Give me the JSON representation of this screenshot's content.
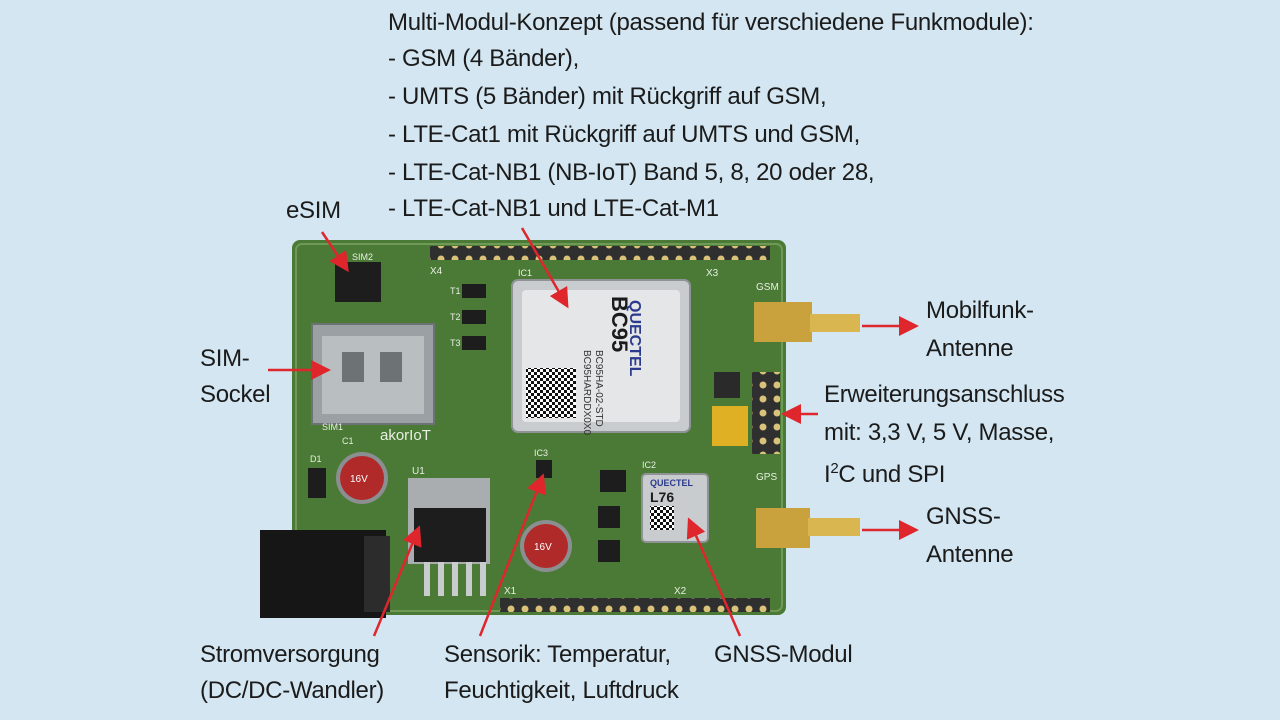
{
  "top_text": {
    "title": "Multi-Modul-Konzept (passend für verschiedene Funkmodule):",
    "items": [
      "- GSM (4 Bänder),",
      "- UMTS (5 Bänder) mit Rückgriff auf GSM,",
      "- LTE-Cat1 mit Rückgriff auf UMTS und GSM,",
      "- LTE-Cat-NB1 (NB-IoT) Band 5, 8, 20 oder 28,",
      "- LTE-Cat-NB1 und LTE-Cat-M1"
    ]
  },
  "labels": {
    "esim": "eSIM",
    "sim_line1": "SIM-",
    "sim_line2": "Sockel",
    "mobilfunk_line1": "Mobilfunk-",
    "mobilfunk_line2": "Antenne",
    "erw_line1": "Erweiterungsanschluss",
    "erw_line2": "mit: 3,3 V, 5 V, Masse,",
    "erw_line3_pre": "I",
    "erw_line3_sup": "2",
    "erw_line3_post": "C und SPI",
    "gnss_line1": "GNSS-",
    "gnss_line2": "Antenne",
    "strom_line1": "Stromversorgung",
    "strom_line2": "(DC/DC-Wandler)",
    "sens_line1": "Sensorik: Temperatur,",
    "sens_line2": "Feuchtigkeit, Luftdruck",
    "gnss_modul": "GNSS-Modul"
  },
  "board": {
    "silkscreen_brand": "akorIoT",
    "silk_x4": "X4",
    "silk_x3": "X3",
    "silk_x1": "X1",
    "silk_x2": "X2",
    "silk_gsm": "GSM",
    "silk_gps": "GPS",
    "silk_sim1": "SIM1",
    "silk_sim2": "SIM2",
    "silk_u1": "U1",
    "silk_ic1": "IC1",
    "silk_ic2": "IC2",
    "silk_ic3": "IC3",
    "silk_c1": "C1",
    "silk_d1": "D1",
    "silk_t1": "T1",
    "silk_t2": "T2",
    "silk_t3": "T3",
    "module_brand": "QUECTEL",
    "module_model": "BC95",
    "module_line1": "BC95HA-02-STD",
    "module_line2": "BC95HARDDX0X0",
    "gnss_brand": "QUECTEL",
    "gnss_model": "L76",
    "cap_text": "16V"
  },
  "colors": {
    "background": "#d3e6f1",
    "pcb": "#4a7a35",
    "arrow": "#e0262d"
  }
}
